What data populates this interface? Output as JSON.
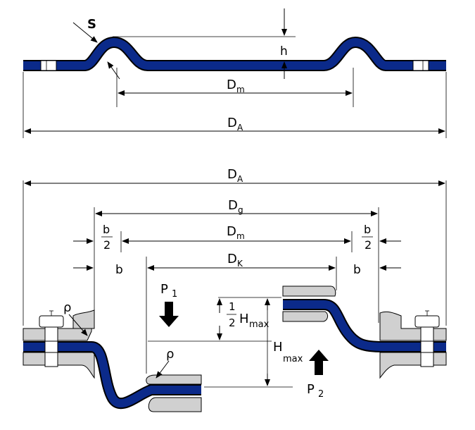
{
  "top_view": {
    "label_s": "S",
    "label_h": "h",
    "label_dm": "D",
    "label_dm_sub": "m",
    "label_da": "D",
    "label_da_sub": "A"
  },
  "bottom_view": {
    "label_da": "D",
    "label_da_sub": "A",
    "label_dg": "D",
    "label_dg_sub": "g",
    "label_dm": "D",
    "label_dm_sub": "m",
    "label_dk": "D",
    "label_dk_sub": "K",
    "label_b_half_num": "b",
    "label_b_half_den": "2",
    "label_b": "b",
    "label_p1": "P",
    "label_p1_sub": "1",
    "label_p2": "P",
    "label_p2_sub": "2",
    "label_rho": "ρ",
    "label_half_num": "1",
    "label_half_den": "2",
    "label_hmax": "H",
    "label_hmax_sub": "max"
  },
  "colors": {
    "membrane": "#0b2a8a",
    "clamp": "#d0d0d0"
  }
}
